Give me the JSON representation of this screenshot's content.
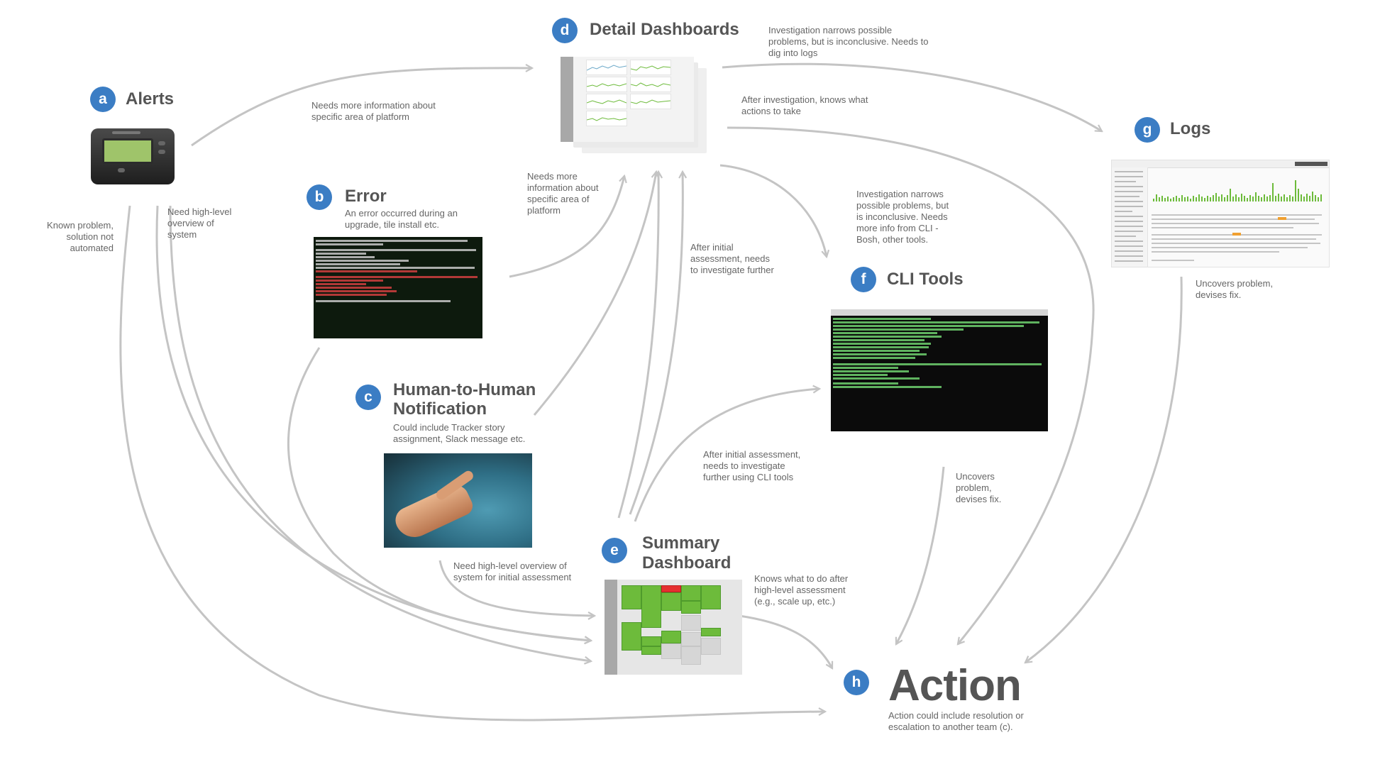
{
  "nodes": {
    "a": {
      "badge": "a",
      "title": "Alerts"
    },
    "b": {
      "badge": "b",
      "title": "Error",
      "desc": "An error occurred during an upgrade, tile install etc."
    },
    "c": {
      "badge": "c",
      "title_line1": "Human-to-Human",
      "title_line2": "Notification",
      "desc": "Could include Tracker story assignment, Slack message etc."
    },
    "d": {
      "badge": "d",
      "title": "Detail Dashboards"
    },
    "e": {
      "badge": "e",
      "title_line1": "Summary",
      "title_line2": "Dashboard"
    },
    "f": {
      "badge": "f",
      "title": "CLI Tools"
    },
    "g": {
      "badge": "g",
      "title": "Logs"
    },
    "h": {
      "badge": "h",
      "title": "Action",
      "desc": "Action could include resolution or escalation to another team (c)."
    }
  },
  "captions": {
    "alerts_to_detail": "Needs more information about specific area of platform",
    "alerts_known_problem": "Known problem, solution not automated",
    "alerts_high_level": "Need high-level overview of system",
    "error_to_detail": "Needs more information about specific area of platform",
    "detail_to_logs": "Investigation narrows possible problems, but is inconclusive. Needs to dig into logs",
    "detail_to_action": "After investigation, knows what actions to take",
    "detail_to_cli": "Investigation narrows possible problems, but is inconclusive. Needs more info from CLI - Bosh, other tools.",
    "summary_to_detail": "After initial assessment, needs to investigate further",
    "summary_to_cli": "After initial assessment, needs to investigate further using CLI tools",
    "human_to_summary": "Need high-level overview of system for initial assessment",
    "summary_to_action": "Knows what to do after high-level assessment (e.g., scale up, etc.)",
    "cli_to_action": "Uncovers problem, devises fix.",
    "logs_to_action": "Uncovers problem, devises fix."
  },
  "colors": {
    "badge": "#3b7dc4",
    "arrow": "#c4c4c4",
    "heading": "#555555",
    "text": "#666666",
    "green": "#6dbb3b",
    "red": "#e53030"
  },
  "icons": [
    "pager-image",
    "terminal-screenshot",
    "hand-photo",
    "dashboard-thumbnail",
    "logs-screenshot"
  ]
}
